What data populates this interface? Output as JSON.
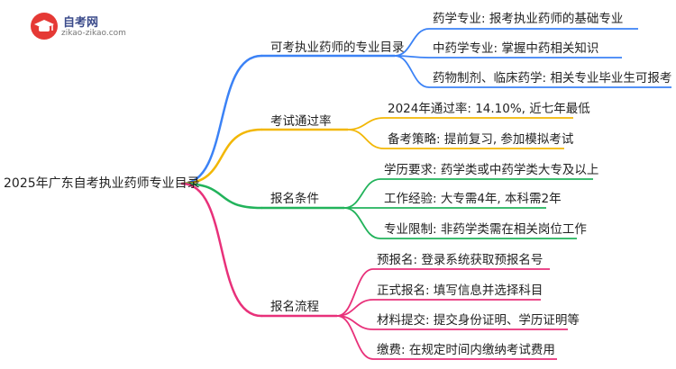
{
  "logo": {
    "name": "自考网",
    "domain": "zikao-zikao.com",
    "icon": "graduation-cap-icon",
    "color": "#e53935"
  },
  "root": {
    "label": "2025年广东自考执业药师专业目录"
  },
  "branches": [
    {
      "label": "可考执业药师的专业目录",
      "color": "#3b82f6",
      "children": [
        "药学专业: 报考执业药师的基础专业",
        "中药学专业: 掌握中药相关知识",
        "药物制剂、临床药学: 相关专业毕业生可报考"
      ]
    },
    {
      "label": "考试通过率",
      "color": "#f2b705",
      "children": [
        "2024年通过率: 14.10%, 近七年最低",
        "备考策略: 提前复习, 参加模拟考试"
      ]
    },
    {
      "label": "报名条件",
      "color": "#22b35b",
      "children": [
        "学历要求: 药学类或中药学类大专及以上",
        "工作经验: 大专需4年, 本科需2年",
        "专业限制: 非药学类需在相关岗位工作"
      ]
    },
    {
      "label": "报名流程",
      "color": "#e8317a",
      "children": [
        "预报名: 登录系统获取预报名号",
        "正式报名: 填写信息并选择科目",
        "材料提交: 提交身份证明、学历证明等",
        "缴费: 在规定时间内缴纳考试费用"
      ]
    }
  ]
}
